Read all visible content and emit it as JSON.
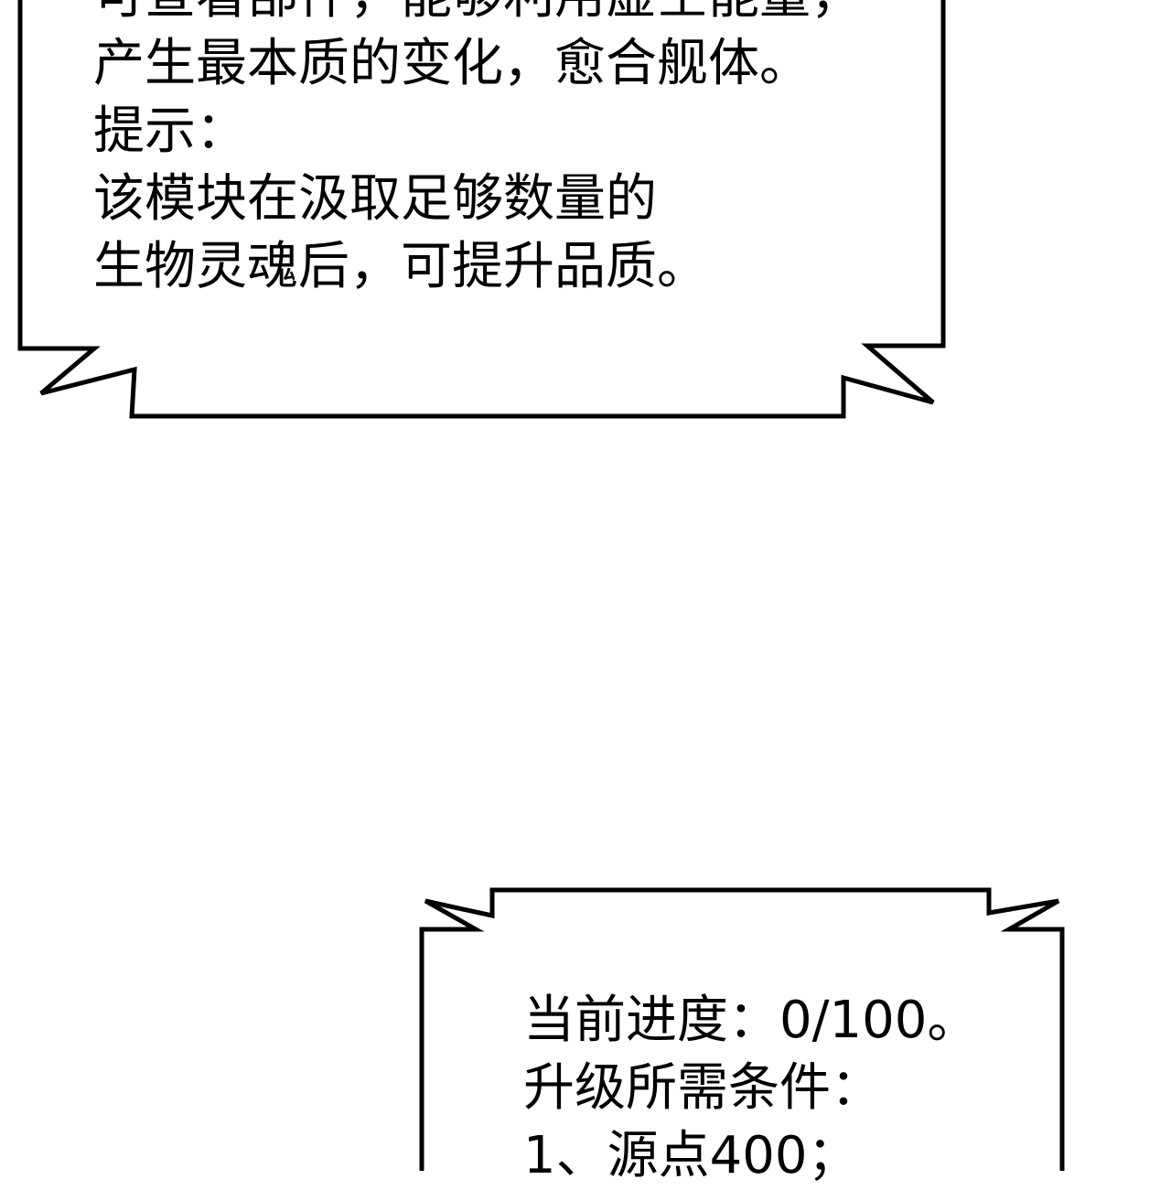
{
  "top_bubble": {
    "lines": [
      "可查看部件，能够利用虚空能量，",
      "产生最本质的变化，愈合舰体。",
      "提示：",
      "该模块在汲取足够数量的",
      "生物灵魂后，可提升品质。"
    ]
  },
  "bottom_bubble": {
    "lines": [
      "当前进度：0/100。",
      "升级所需条件：",
      "1、源点400；"
    ]
  },
  "colors": {
    "background": "#ffffff",
    "outline": "#000000",
    "text": "#000000"
  }
}
